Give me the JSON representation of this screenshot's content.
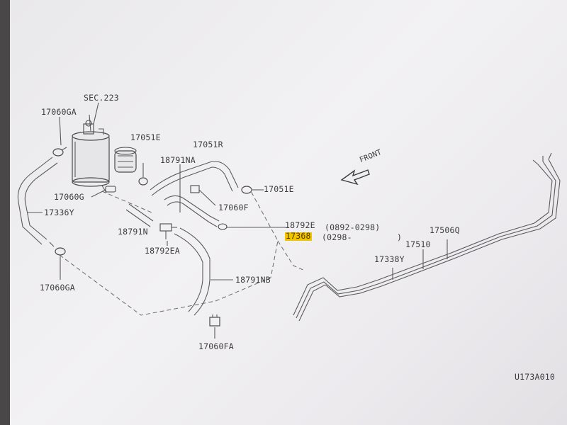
{
  "labels": {
    "sec223": "SEC.223",
    "p17060GA_top": "17060GA",
    "p17051E_top": "17051E",
    "p17051R": "17051R",
    "p18791NA": "18791NA",
    "p17060G": "17060G",
    "p17051E_mid": "17051E",
    "p17336Y": "17336Y",
    "p17060F": "17060F",
    "p18791N": "18791N",
    "p18792E": "18792E",
    "p18792E_range": "(0892-0298)",
    "p17368": "17368",
    "p17368_range": "(0298-",
    "p18792EA": "18792EA",
    "p17506Q": "17506Q",
    "p17510": "17510",
    "p17338Y": "17338Y",
    "p18791NB": "18791NB",
    "p17060GA_bottom": "17060GA",
    "p17060FA": "17060FA",
    "front": "FRONT",
    "diagram_id": "U173A010",
    "paren_close": ")"
  },
  "colors": {
    "paper": "#efeef0",
    "ink": "#3c3c3e",
    "highlight": "#f3c400"
  },
  "icons": {
    "front_arrow": "front-arrow-icon",
    "canister": "evap-canister-icon",
    "filter": "fuel-filter-icon",
    "clamp": "hose-clamp-icon"
  }
}
